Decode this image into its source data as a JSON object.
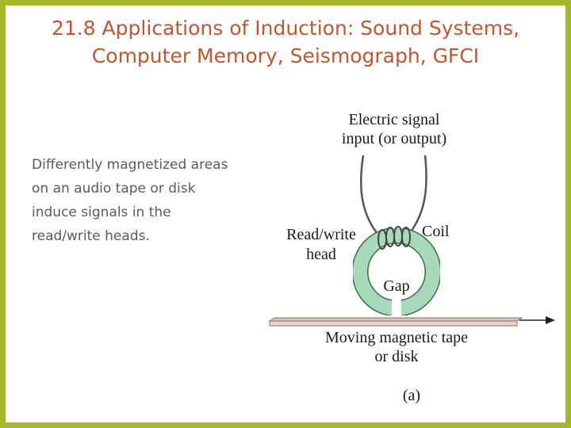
{
  "slide": {
    "title_line1": "21.8 Applications of Induction: Sound Systems,",
    "title_line2": "Computer Memory, Seismograph, GFCI",
    "body_lines": [
      "Differently magnetized areas",
      "on an audio tape or disk",
      "induce signals in the",
      "read/write heads."
    ],
    "frame_color": "#a6b727",
    "title_color": "#c0562f"
  },
  "figure": {
    "label_signal_line1": "Electric signal",
    "label_signal_line2": "input (or output)",
    "label_readwrite_line1": "Read/write",
    "label_readwrite_line2": "head",
    "label_coil": "Coil",
    "label_gap": "Gap",
    "label_tape_line1": "Moving magnetic tape",
    "label_tape_line2": "or disk",
    "label_panel": "(a)",
    "ring_color": "#a8d9b8",
    "tape_color": "#e9d2c9"
  }
}
